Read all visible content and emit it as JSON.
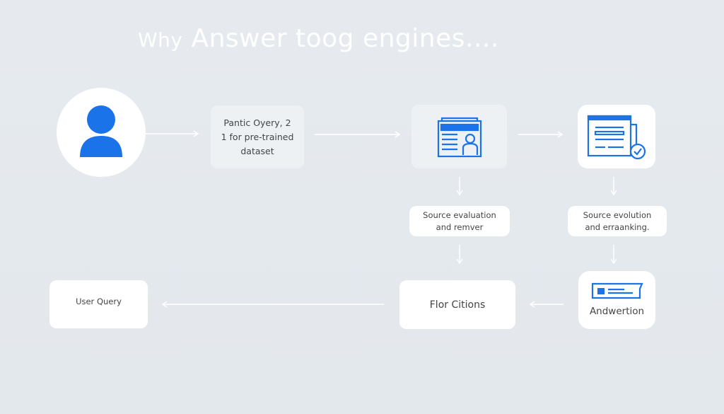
{
  "title": {
    "prefix": "Why",
    "main": "Answer  toog engines...."
  },
  "nodes": {
    "user_icon": "user-avatar-icon",
    "pretrained": {
      "line1": "Pantic Oyery, 2",
      "line2": "1 for pre-trained",
      "line3": "dataset"
    },
    "document_icon": "profile-document-icon",
    "verified_icon": "verified-document-icon",
    "source_eval_1": {
      "line1": "Source evaluation",
      "line2": "and remver"
    },
    "source_eval_2": {
      "line1": "Source evolution",
      "line2": "and erraanking."
    },
    "answer": {
      "label": "Andwertion",
      "icon": "answer-card-icon"
    },
    "citations": {
      "label": "Flor Citions"
    },
    "user_query": {
      "label": "User Query"
    }
  },
  "colors": {
    "accent": "#1a73e8",
    "background": "#e4e9ee"
  }
}
